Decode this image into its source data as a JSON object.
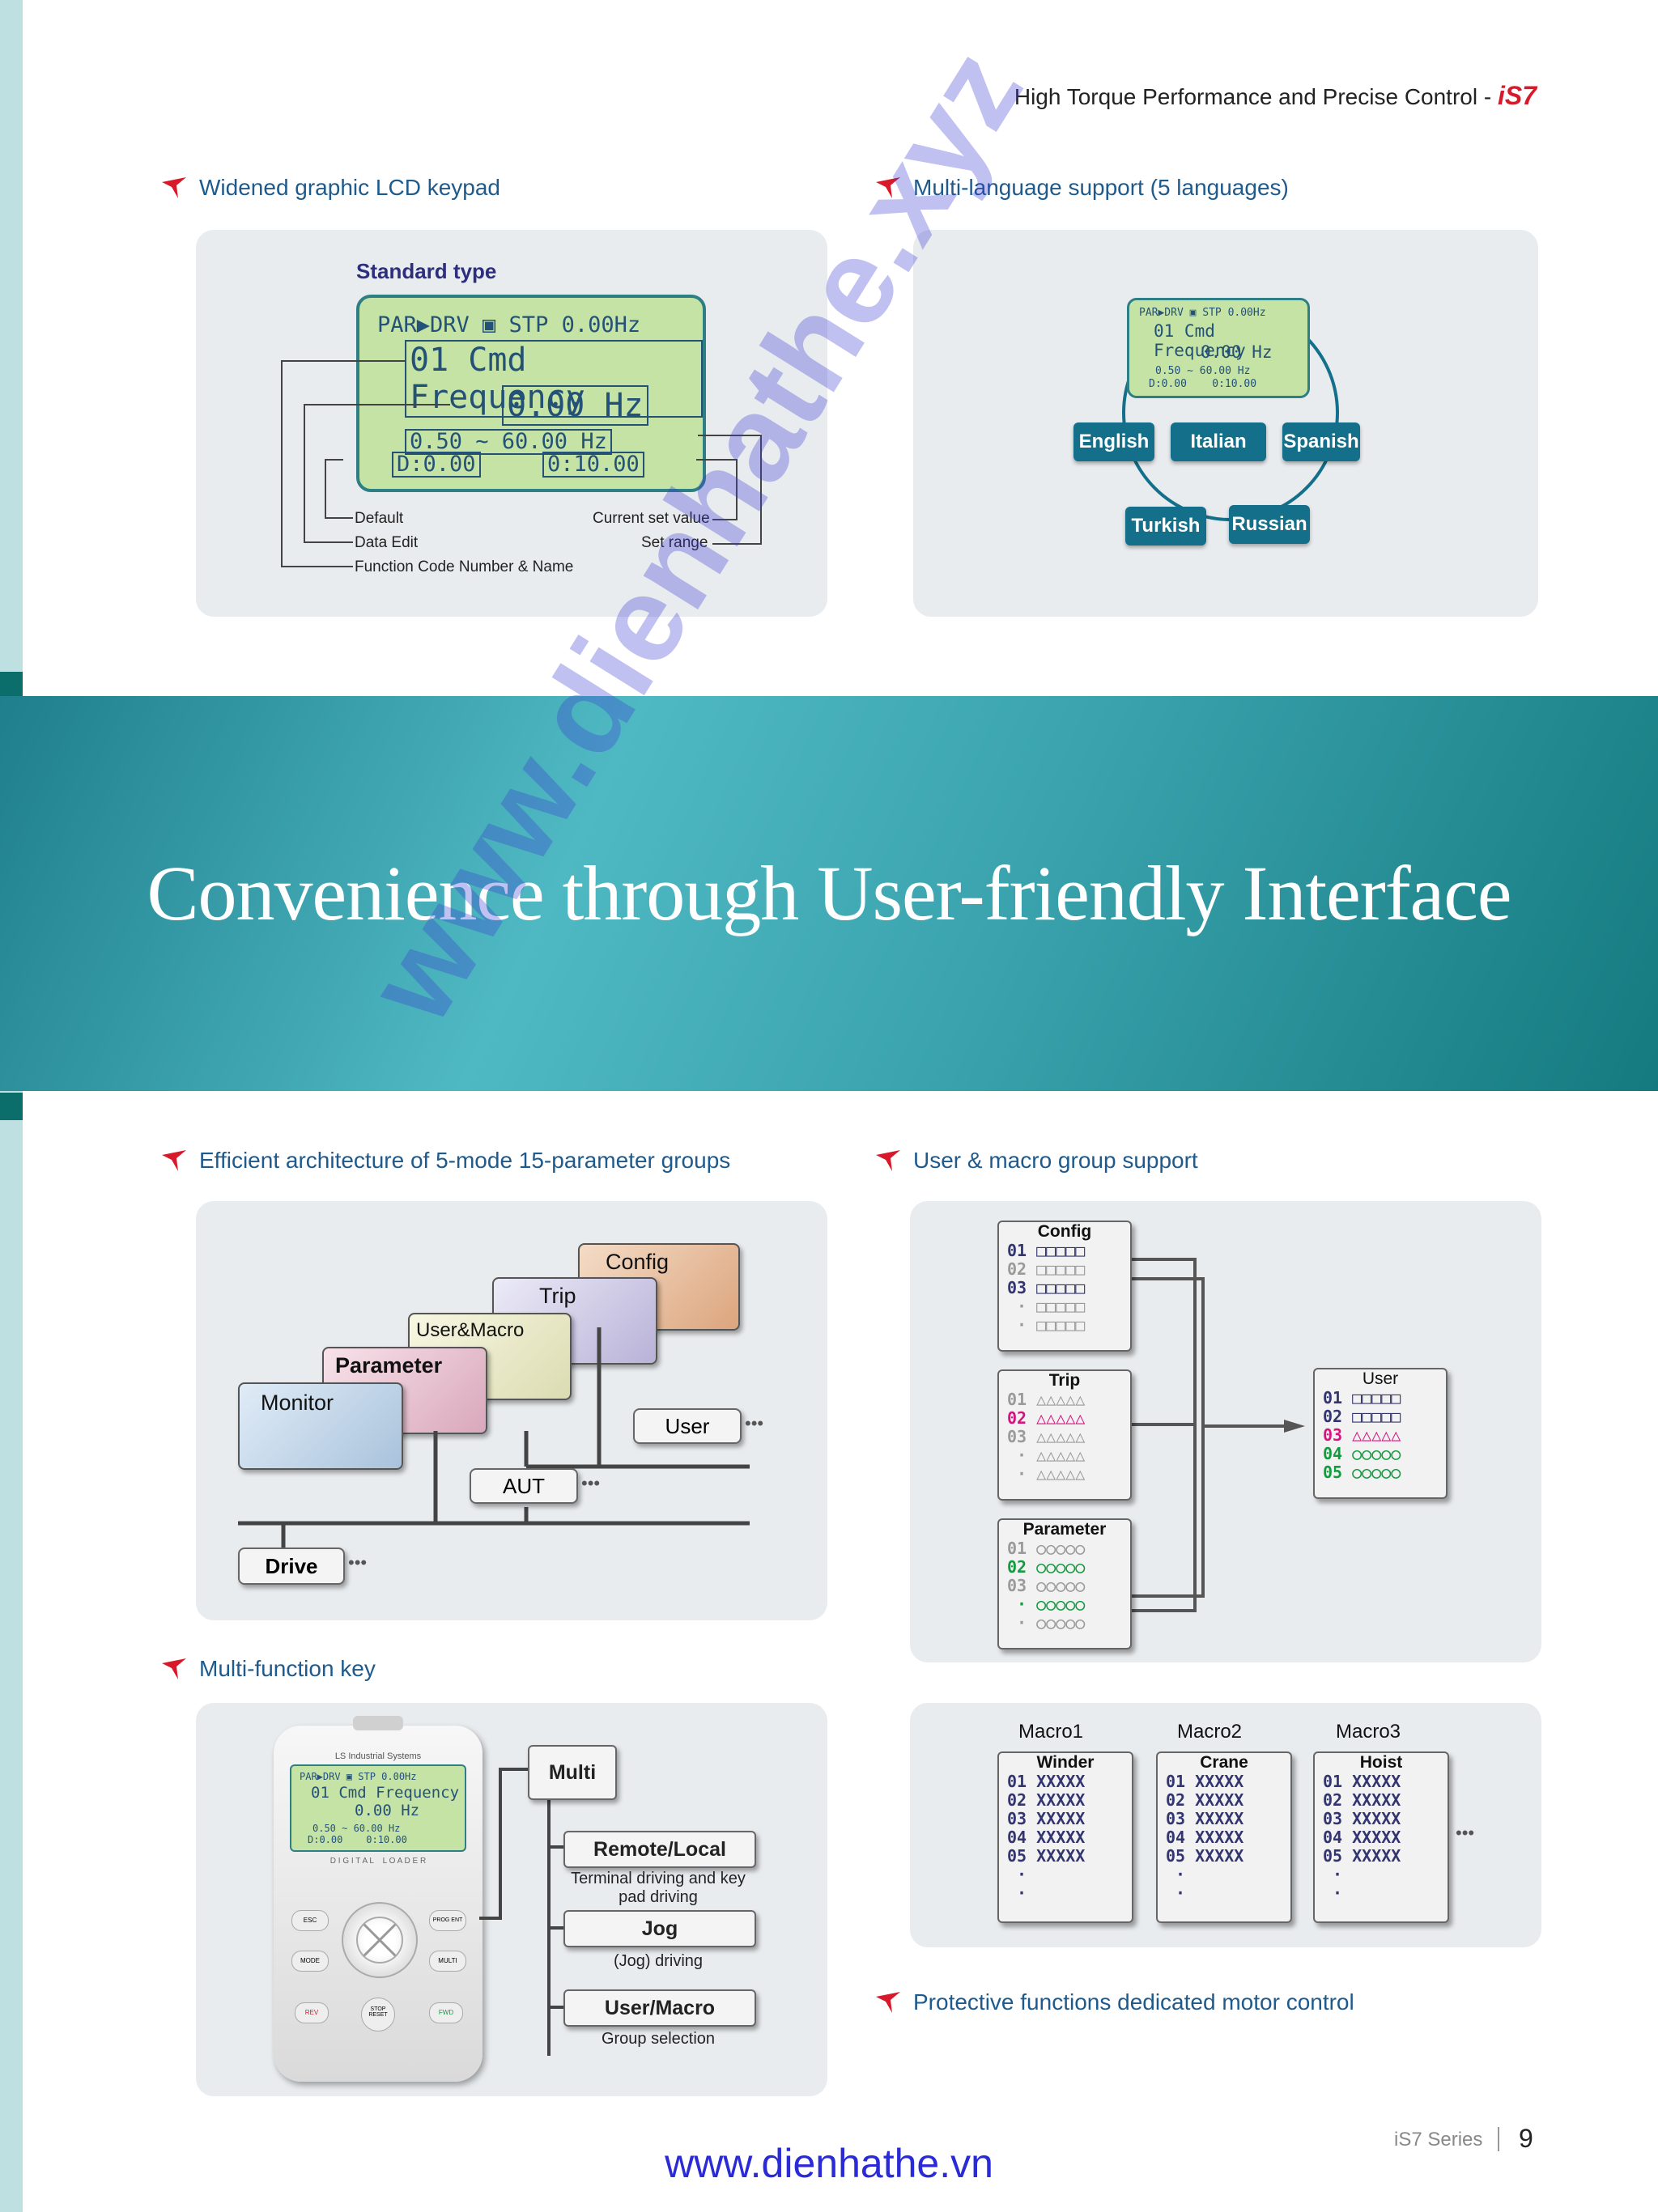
{
  "header": {
    "title": "High Torque Performance and Precise Control - ",
    "brand": "iS7"
  },
  "sections": {
    "lcd_keypad": "Widened graphic LCD keypad",
    "multi_language": "Multi-language support (5 languages)",
    "architecture": "Efficient architecture of 5-mode 15-parameter groups",
    "user_macro": "User & macro group support",
    "multi_key": "Multi-function key",
    "protective": "Protective functions dedicated motor control"
  },
  "lcd": {
    "standard_type": "Standard type",
    "line1": "PAR▶DRV ▣ STP  0.00Hz",
    "line2": "01 Cmd Frequency",
    "line3": "0.00 Hz",
    "line4": "0.50 ~ 60.00 Hz",
    "line5a": "D:0.00",
    "line5b": "0:10.00",
    "labels": {
      "default": "Default",
      "data_edit": "Data Edit",
      "function_code": "Function Code Number & Name",
      "current_set": "Current set value",
      "set_range": "Set range"
    }
  },
  "small_lcd": {
    "line1": "PAR▶DRV ▣ STP  0.00Hz",
    "line2": "01 Cmd Frequency",
    "line3": "0.00 Hz",
    "line4": "0.50 ~ 60.00 Hz",
    "line5": "D:0.00    0:10.00"
  },
  "languages": [
    "English",
    "Italian",
    "Spanish",
    "Turkish",
    "Russian"
  ],
  "banner": {
    "title": "Convenience through User-friendly Interface"
  },
  "architecture": {
    "folders": [
      "Config",
      "Trip",
      "User&Macro",
      "Parameter",
      "Monitor"
    ],
    "user": "User",
    "aut": "AUT",
    "drive": "Drive",
    "ellipsis": "•••"
  },
  "groups": {
    "config": {
      "title": "Config",
      "rows": [
        "01 □□□□□",
        "02 □□□□□",
        "03 □□□□□",
        " · □□□□□",
        " · □□□□□"
      ]
    },
    "trip": {
      "title": "Trip",
      "rows": [
        "01 △△△△△",
        "02 △△△△△",
        "03 △△△△△",
        " · △△△△△",
        " · △△△△△"
      ]
    },
    "parameter": {
      "title": "Parameter",
      "rows": [
        "01 ○○○○○",
        "02 ○○○○○",
        "03 ○○○○○",
        " · ○○○○○",
        " · ○○○○○"
      ]
    },
    "user": {
      "title": "User",
      "rows": [
        "01 □□□□□",
        "02 □□□□□",
        "03 △△△△△",
        "04 ○○○○○",
        "05 ○○○○○"
      ]
    }
  },
  "macros": [
    {
      "label": "Macro1",
      "title": "Winder",
      "rows": [
        "01 XXXXX",
        "02 XXXXX",
        "03 XXXXX",
        "04 XXXXX",
        "05 XXXXX",
        " ·",
        " ·"
      ]
    },
    {
      "label": "Macro2",
      "title": "Crane",
      "rows": [
        "01 XXXXX",
        "02 XXXXX",
        "03 XXXXX",
        "04 XXXXX",
        "05 XXXXX",
        " ·",
        " ·"
      ]
    },
    {
      "label": "Macro3",
      "title": "Hoist",
      "rows": [
        "01 XXXXX",
        "02 XXXXX",
        "03 XXXXX",
        "04 XXXXX",
        "05 XXXXX",
        " ·",
        " ·"
      ]
    }
  ],
  "multi_key": {
    "multi": "Multi",
    "remote_local": "Remote/Local",
    "remote_caption": "Terminal driving and key pad driving",
    "jog": "Jog",
    "jog_caption": "(Jog) driving",
    "user_macro": "User/Macro",
    "user_macro_caption": "Group selection",
    "keypad_brand": "LS Industrial Systems",
    "keypad_loader": "D I G I T A L    L O A D E R",
    "keys": [
      "ESC",
      "PROG ENT",
      "MODE",
      "MULTI",
      "REV",
      "STOP RESET",
      "FWD"
    ]
  },
  "footer": {
    "series": "iS7 Series",
    "page": "9",
    "url": "www.dienhathe.vn"
  },
  "watermark": "www.dienhathe.xyz",
  "colors": {
    "accent": "#d8192a",
    "section_title": "#1e5a8c",
    "banner": "#3aa3ad",
    "lang_button": "#136f8a"
  }
}
